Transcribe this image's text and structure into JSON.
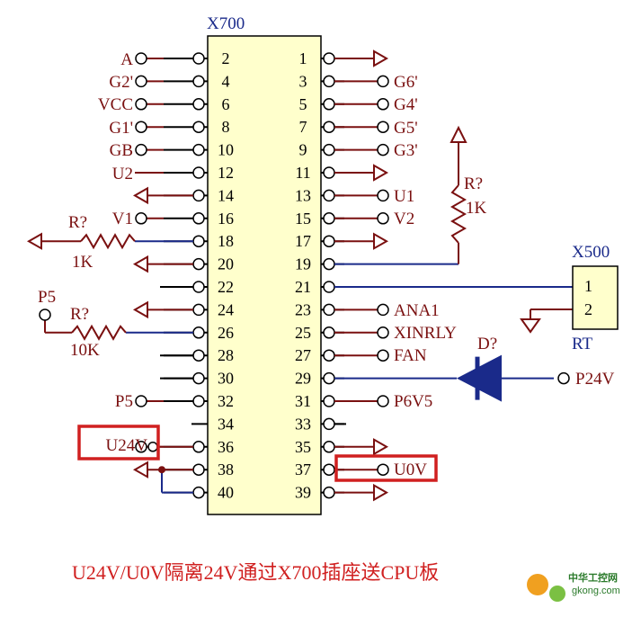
{
  "connector": {
    "title": "X700",
    "left_pins": [
      "2",
      "4",
      "6",
      "8",
      "10",
      "12",
      "14",
      "16",
      "18",
      "20",
      "22",
      "24",
      "26",
      "28",
      "30",
      "32",
      "34",
      "36",
      "38",
      "40"
    ],
    "right_pins": [
      "1",
      "3",
      "5",
      "7",
      "9",
      "11",
      "13",
      "15",
      "17",
      "19",
      "21",
      "23",
      "25",
      "27",
      "29",
      "31",
      "33",
      "35",
      "37",
      "39"
    ]
  },
  "left_labels": {
    "p2": "A",
    "p4": "G2'",
    "p6": "VCC",
    "p8": "G1'",
    "p10": "GB",
    "p12": "U2",
    "p16": "V1",
    "p32": "P5",
    "p36": "U24V"
  },
  "right_labels": {
    "p3": "G6'",
    "p5": "G4'",
    "p7": "G5'",
    "p9": "G3'",
    "p13": "U1",
    "p15": "V2",
    "p23": "ANA1",
    "p25": "XINRLY",
    "p27": "FAN",
    "p31": "P6V5",
    "p37": "U0V"
  },
  "resistors": {
    "r18": {
      "ref": "R?",
      "value": "1K"
    },
    "r26": {
      "ref": "R?",
      "value": "10K"
    },
    "r19": {
      "ref": "R?",
      "value": "1K"
    }
  },
  "p5_top": "P5",
  "x500": {
    "title": "X500",
    "pin1": "1",
    "pin2": "2",
    "sub": "RT"
  },
  "diode": {
    "ref": "D?",
    "net": "P24V"
  },
  "caption": "U24V/U0V隔离24V通过X700插座送CPU板",
  "watermark": {
    "text1": "中华工控网",
    "text2": "gkong.com"
  },
  "colors": {
    "wire": "#7a1010",
    "bus": "#1a2a8a",
    "block": "#ffffcc",
    "highlight": "#d02020"
  }
}
